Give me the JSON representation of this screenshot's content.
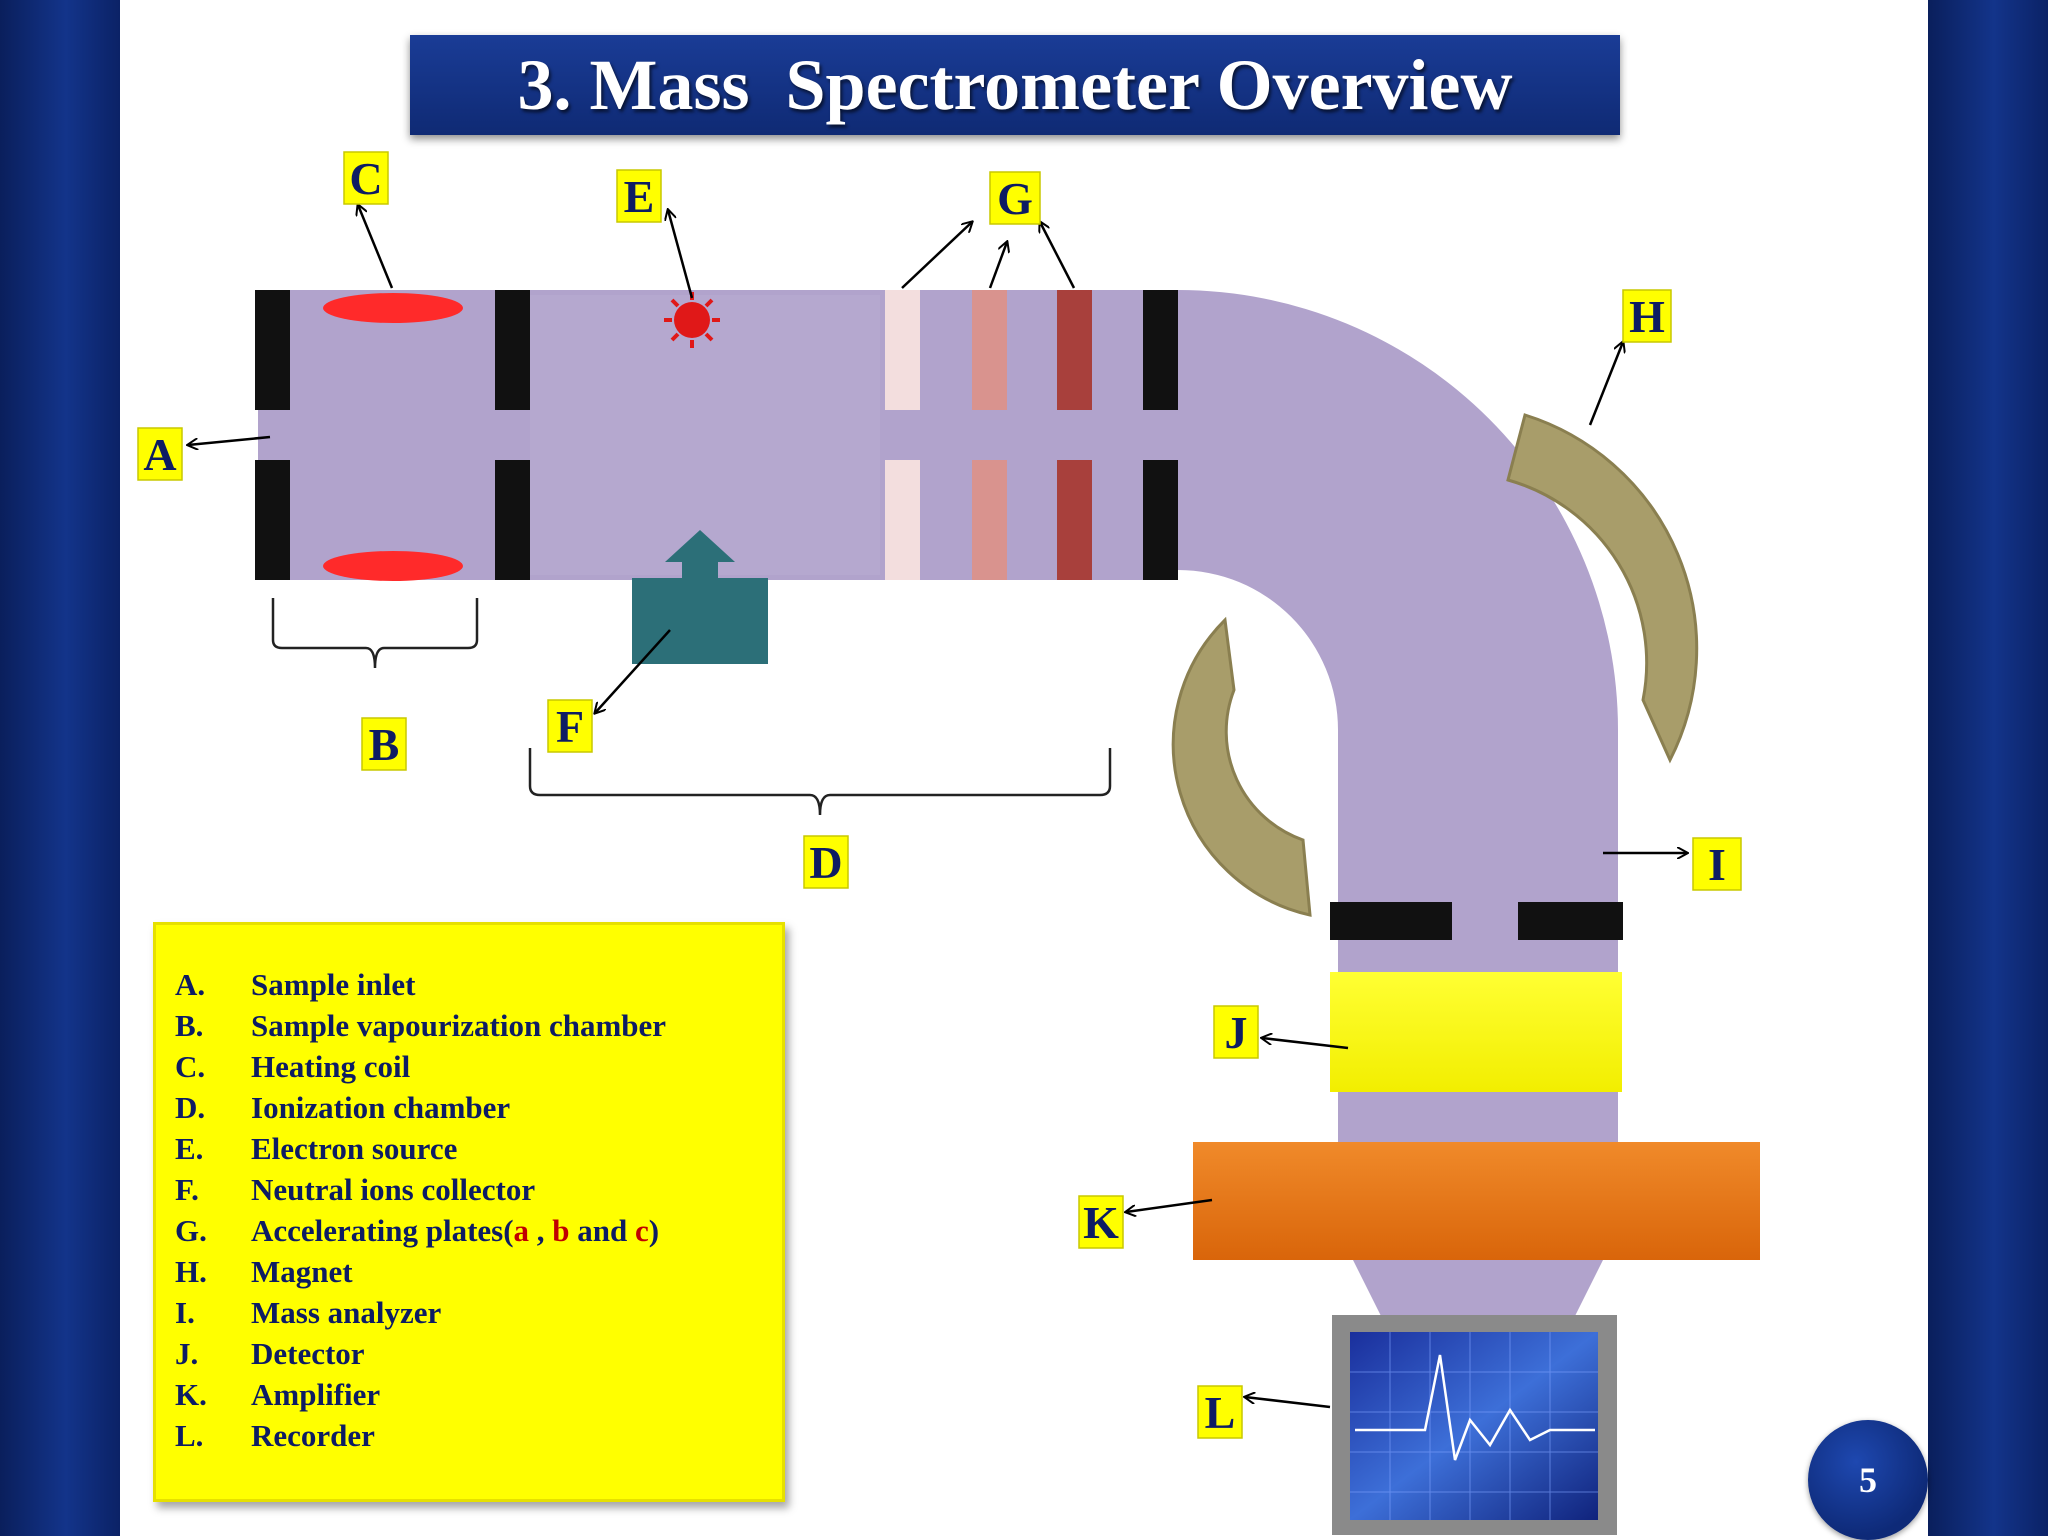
{
  "title": "3. Mass  Spectrometer Overview",
  "labels": {
    "a": "A",
    "b": "B",
    "c": "C",
    "d": "D",
    "e": "E",
    "f": "F",
    "g": "G",
    "h": "H",
    "i": "I",
    "j": "J",
    "k": "K",
    "l": "L"
  },
  "legend": {
    "a": {
      "letter": "A.",
      "text": "Sample inlet"
    },
    "b": {
      "letter": "B.",
      "text": "Sample vapourization chamber"
    },
    "c": {
      "letter": "C.",
      "text": "Heating coil"
    },
    "d": {
      "letter": "D.",
      "text": "Ionization chamber"
    },
    "e": {
      "letter": "E.",
      "text": "Electron source"
    },
    "f": {
      "letter": "F.",
      "text": "Neutral ions collector"
    },
    "g": {
      "letter": "G.",
      "text_before": "Accelerating plates(",
      "a": "a",
      "sep1": " , ",
      "b": "b",
      "sep2": " and ",
      "c": "c",
      "text_after": ")"
    },
    "h": {
      "letter": "H.",
      "text": "Magnet"
    },
    "i": {
      "letter": "I.",
      "text": "Mass analyzer"
    },
    "j": {
      "letter": "J.",
      "text": "Detector"
    },
    "k": {
      "letter": "K.",
      "text": "Amplifier"
    },
    "l": {
      "letter": "L.",
      "text": "Recorder"
    }
  },
  "page_number": "5",
  "colors": {
    "chamber": "#b1a3cc",
    "magnet": "#a89d6a",
    "detector": "#ffff00",
    "amplifier": "#e87512",
    "label_bg": "#ffff00",
    "label_text": "#0d1c63",
    "heating_coil": "#ff2a2a",
    "collector": "#2c6f78"
  }
}
